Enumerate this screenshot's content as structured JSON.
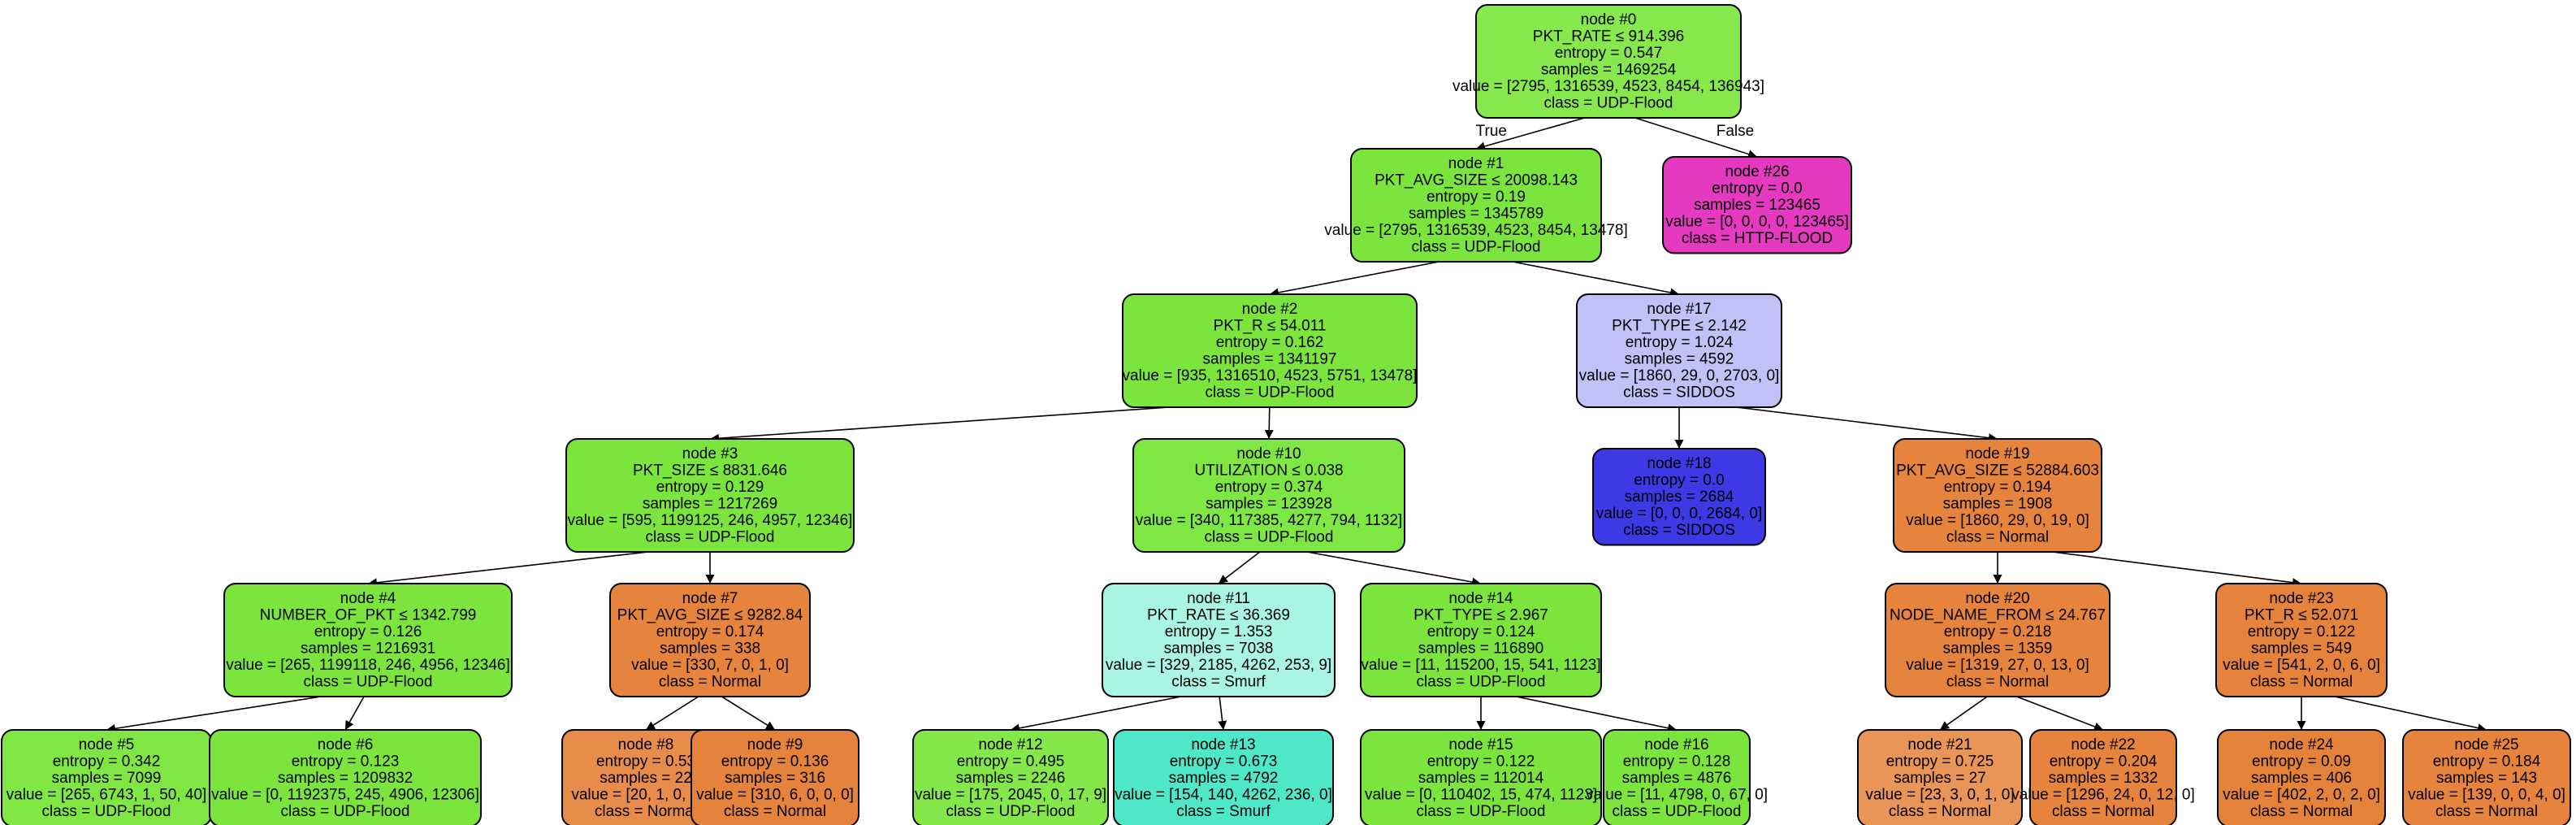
{
  "nodes": [
    {
      "id": 0,
      "lines": [
        "node #0",
        "PKT_RATE ≤ 914.396",
        "entropy = 0.547",
        "samples = 1469254",
        "value = [2795, 1316539, 4523, 8454, 136943]",
        "class = UDP-Flood"
      ],
      "fill": "#86e84d"
    },
    {
      "id": 1,
      "lines": [
        "node #1",
        "PKT_AVG_SIZE ≤ 20098.143",
        "entropy = 0.19",
        "samples = 1345789",
        "value = [2795, 1316539, 4523, 8454, 13478]",
        "class = UDP-Flood"
      ],
      "fill": "#7be53e"
    },
    {
      "id": 26,
      "lines": [
        "node #26",
        "entropy = 0.0",
        "samples = 123465",
        "value = [0, 0, 0, 0, 123465]",
        "class = HTTP-FLOOD"
      ],
      "fill": "#e539c0"
    },
    {
      "id": 2,
      "lines": [
        "node #2",
        "PKT_R ≤ 54.011",
        "entropy = 0.162",
        "samples = 1341197",
        "value = [935, 1316510, 4523, 5751, 13478]",
        "class = UDP-Flood"
      ],
      "fill": "#7be53e"
    },
    {
      "id": 17,
      "lines": [
        "node #17",
        "PKT_TYPE ≤ 2.142",
        "entropy = 1.024",
        "samples = 4592",
        "value = [1860, 29, 0, 2703, 0]",
        "class = SIDDOS"
      ],
      "fill": "#c2c1f7"
    },
    {
      "id": 3,
      "lines": [
        "node #3",
        "PKT_SIZE ≤ 8831.646",
        "entropy = 0.129",
        "samples = 1217269",
        "value = [595, 1199125, 246, 4957, 12346]",
        "class = UDP-Flood"
      ],
      "fill": "#7be53e"
    },
    {
      "id": 10,
      "lines": [
        "node #10",
        "UTILIZATION ≤ 0.038",
        "entropy = 0.374",
        "samples = 123928",
        "value = [340, 117385, 4277, 794, 1132]",
        "class = UDP-Flood"
      ],
      "fill": "#7fe744"
    },
    {
      "id": 18,
      "lines": [
        "node #18",
        "entropy = 0.0",
        "samples = 2684",
        "value = [0, 0, 0, 2684, 0]",
        "class = SIDDOS"
      ],
      "fill": "#3c39e5"
    },
    {
      "id": 19,
      "lines": [
        "node #19",
        "PKT_AVG_SIZE ≤ 52884.603",
        "entropy = 0.194",
        "samples = 1908",
        "value = [1860, 29, 0, 19, 0]",
        "class = Normal"
      ],
      "fill": "#e6843e"
    },
    {
      "id": 4,
      "lines": [
        "node #4",
        "NUMBER_OF_PKT ≤ 1342.799",
        "entropy = 0.126",
        "samples = 1216931",
        "value = [265, 1199118, 246, 4956, 12346]",
        "class = UDP-Flood"
      ],
      "fill": "#7be53e"
    },
    {
      "id": 7,
      "lines": [
        "node #7",
        "PKT_AVG_SIZE ≤ 9282.84",
        "entropy = 0.174",
        "samples = 338",
        "value = [330, 7, 0, 1, 0]",
        "class = Normal"
      ],
      "fill": "#e6833d"
    },
    {
      "id": 11,
      "lines": [
        "node #11",
        "PKT_RATE ≤ 36.369",
        "entropy = 1.353",
        "samples = 7038",
        "value = [329, 2185, 4262, 253, 9]",
        "class = Smurf"
      ],
      "fill": "#aaf4e3"
    },
    {
      "id": 14,
      "lines": [
        "node #14",
        "PKT_TYPE ≤ 2.967",
        "entropy = 0.124",
        "samples = 116890",
        "value = [11, 115200, 15, 541, 1123]",
        "class = UDP-Flood"
      ],
      "fill": "#7be53e"
    },
    {
      "id": 20,
      "lines": [
        "node #20",
        "NODE_NAME_FROM ≤ 24.767",
        "entropy = 0.218",
        "samples = 1359",
        "value = [1319, 27, 0, 13, 0]",
        "class = Normal"
      ],
      "fill": "#e6843e"
    },
    {
      "id": 23,
      "lines": [
        "node #23",
        "PKT_R ≤ 52.071",
        "entropy = 0.122",
        "samples = 549",
        "value = [541, 2, 0, 6, 0]",
        "class = Normal"
      ],
      "fill": "#e5823b"
    },
    {
      "id": 5,
      "lines": [
        "node #5",
        "entropy = 0.342",
        "samples = 7099",
        "value = [265, 6743, 1, 50, 40]",
        "class = UDP-Flood"
      ],
      "fill": "#7fe644"
    },
    {
      "id": 6,
      "lines": [
        "node #6",
        "entropy = 0.123",
        "samples = 1209832",
        "value = [0, 1192375, 245, 4906, 12306]",
        "class = UDP-Flood"
      ],
      "fill": "#7be53e"
    },
    {
      "id": 8,
      "lines": [
        "node #8",
        "entropy = 0.53",
        "samples = 22",
        "value = [20, 1, 0, 1, 0]",
        "class = Normal"
      ],
      "fill": "#e78c4b"
    },
    {
      "id": 9,
      "lines": [
        "node #9",
        "entropy = 0.136",
        "samples = 316",
        "value = [310, 6, 0, 0, 0]",
        "class = Normal"
      ],
      "fill": "#e5833c"
    },
    {
      "id": 12,
      "lines": [
        "node #12",
        "entropy = 0.495",
        "samples = 2246",
        "value = [175, 2045, 0, 17, 9]",
        "class = UDP-Flood"
      ],
      "fill": "#84e74a"
    },
    {
      "id": 13,
      "lines": [
        "node #13",
        "entropy = 0.673",
        "samples = 4792",
        "value = [154, 140, 4262, 236, 0]",
        "class = Smurf"
      ],
      "fill": "#4ee8c8"
    },
    {
      "id": 15,
      "lines": [
        "node #15",
        "entropy = 0.122",
        "samples = 112014",
        "value = [0, 110402, 15, 474, 1123]",
        "class = UDP-Flood"
      ],
      "fill": "#7be53e"
    },
    {
      "id": 16,
      "lines": [
        "node #16",
        "entropy = 0.128",
        "samples = 4876",
        "value = [11, 4798, 0, 67, 0]",
        "class = UDP-Flood"
      ],
      "fill": "#7be53e"
    },
    {
      "id": 21,
      "lines": [
        "node #21",
        "entropy = 0.725",
        "samples = 27",
        "value = [23, 3, 0, 1, 0]",
        "class = Normal"
      ],
      "fill": "#e99558"
    },
    {
      "id": 22,
      "lines": [
        "node #22",
        "entropy = 0.204",
        "samples = 1332",
        "value = [1296, 24, 0, 12, 0]",
        "class = Normal"
      ],
      "fill": "#e6843e"
    },
    {
      "id": 24,
      "lines": [
        "node #24",
        "entropy = 0.09",
        "samples = 406",
        "value = [402, 2, 0, 2, 0]",
        "class = Normal"
      ],
      "fill": "#e5823a"
    },
    {
      "id": 25,
      "lines": [
        "node #25",
        "entropy = 0.184",
        "samples = 143",
        "value = [139, 0, 0, 4, 0]",
        "class = Normal"
      ],
      "fill": "#e6843e"
    }
  ],
  "edges": [
    {
      "from": 0,
      "to": 1,
      "label": "True"
    },
    {
      "from": 0,
      "to": 26,
      "label": "False"
    },
    {
      "from": 1,
      "to": 2,
      "label": ""
    },
    {
      "from": 1,
      "to": 17,
      "label": ""
    },
    {
      "from": 2,
      "to": 3,
      "label": ""
    },
    {
      "from": 2,
      "to": 10,
      "label": ""
    },
    {
      "from": 17,
      "to": 18,
      "label": ""
    },
    {
      "from": 17,
      "to": 19,
      "label": ""
    },
    {
      "from": 3,
      "to": 4,
      "label": ""
    },
    {
      "from": 3,
      "to": 7,
      "label": ""
    },
    {
      "from": 10,
      "to": 11,
      "label": ""
    },
    {
      "from": 10,
      "to": 14,
      "label": ""
    },
    {
      "from": 19,
      "to": 20,
      "label": ""
    },
    {
      "from": 19,
      "to": 23,
      "label": ""
    },
    {
      "from": 4,
      "to": 5,
      "label": ""
    },
    {
      "from": 4,
      "to": 6,
      "label": ""
    },
    {
      "from": 7,
      "to": 8,
      "label": ""
    },
    {
      "from": 7,
      "to": 9,
      "label": ""
    },
    {
      "from": 11,
      "to": 12,
      "label": ""
    },
    {
      "from": 11,
      "to": 13,
      "label": ""
    },
    {
      "from": 14,
      "to": 15,
      "label": ""
    },
    {
      "from": 14,
      "to": 16,
      "label": ""
    },
    {
      "from": 20,
      "to": 21,
      "label": ""
    },
    {
      "from": 20,
      "to": 22,
      "label": ""
    },
    {
      "from": 23,
      "to": 24,
      "label": ""
    },
    {
      "from": 23,
      "to": 25,
      "label": ""
    }
  ]
}
